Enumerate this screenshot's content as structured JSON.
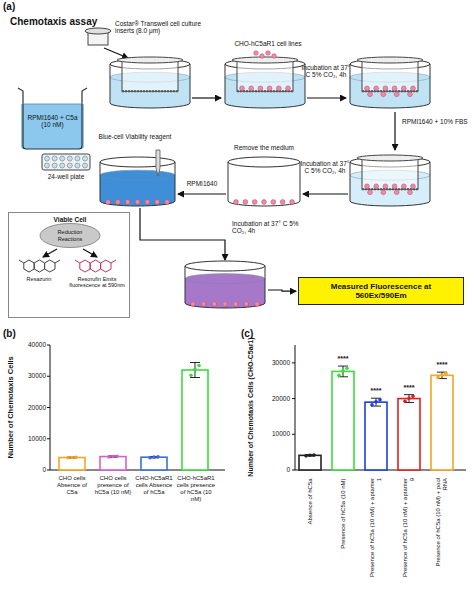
{
  "diagram": {
    "nodes": [
      {
        "text": [
          "RPMI1640 + C5a (10 nM)"
        ]
      },
      {
        "text": [
          "Resazurin",
          "Resorufin Emits fluorescence at 590nm"
        ]
      },
      {
        "text": [
          "Viable Cell",
          "Reduction Reactions"
        ],
        "in": 1
      },
      {
        "text": [
          "Measured Fluorescence at 560Ex/590Em"
        ]
      }
    ],
    "labels": [
      "(a)",
      "Chemotaxis assay",
      "Costar® Transwell cell culture inserts (8.0 μm)",
      "CHO-hC5aR1 cell lines",
      "Incubation at 37° C 5% CO₂, 4h",
      "24-well plate",
      "RPMI1640 + 10% FBS",
      "Blue-cell Viability reagent",
      "Incubation at 37° C 5% CO₂, 4h",
      "RPMI1640",
      "Remove the medium",
      "Incubation at 37° C 5% CO₂, 4h",
      "(b)",
      "Number of Chemotaxis Cells",
      "0",
      "10000",
      "20000",
      "30000",
      "40000",
      "CHO cells Absence of C5a",
      "CHO cells presence of hC5a (10 nM)",
      "CHO-hC5aR1 cells Absence of hC5a",
      "CHO-hC5aR1 cells presence of hC5a (10 nM)",
      "(c)",
      "Number of Chemotaxis Cells (CHO-C5ar1)",
      "0",
      "10000",
      "20000",
      "30000",
      "Absence of hC5a",
      "Presence of hC5a (10 nM)",
      "Presence of hC5a (10 nM) + aptamer 1",
      "Presence of hC5a (10 nM) + aptamer 9",
      "Presence of hC5a (10 nM) + pool RNA",
      "****",
      "****",
      "****",
      "****"
    ]
  }
}
